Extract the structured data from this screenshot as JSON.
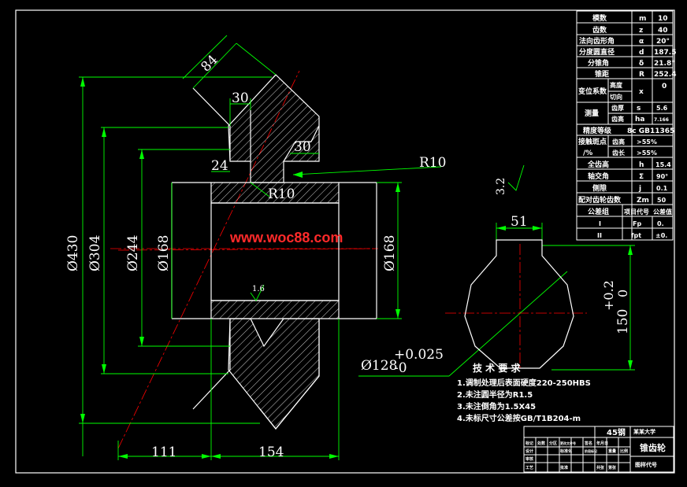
{
  "watermark": "www.woc88.com",
  "dimensions": {
    "d430": "Ø430",
    "d304": "Ø304",
    "d244": "Ø244",
    "d168_left": "Ø168",
    "d168_right": "Ø168",
    "len84": "84",
    "len30_top": "30",
    "len30_mid": "30",
    "len24": "24",
    "r10_out": "R10",
    "r10_in": "R10",
    "len111": "111",
    "len154": "154",
    "rough_1_6": "1.6",
    "rough_3_2": "3.2",
    "key_width": "51",
    "keyway_height": "150",
    "keyway_tol_upper": "+0.2",
    "keyway_tol_lower": "0",
    "bore": "Ø128",
    "bore_tol_upper": "+0.025",
    "bore_tol_lower": "-0"
  },
  "tech_req": {
    "title": "技 术 要 求",
    "items": [
      "1.调制处理后表面硬度220-250HBS",
      "2.未注圆半径为R1.5",
      "3.未注倒角为1.5X45",
      "4.未标尺寸公差按GB/T1B204-m"
    ]
  },
  "params": [
    {
      "label": "模数",
      "sym": "m",
      "val": "10"
    },
    {
      "label": "齿数",
      "sym": "z",
      "val": "40"
    },
    {
      "label": "法向齿形角",
      "sym": "α",
      "val": "20°"
    },
    {
      "label": "分度圆直径",
      "sym": "d",
      "val": "187.5"
    },
    {
      "label": "分锥角",
      "sym": "δ",
      "val": "21.8°"
    },
    {
      "label": "锥距",
      "sym": "R",
      "val": "252.4"
    },
    {
      "label": "变位系数",
      "sub": [
        "高度",
        "切向"
      ],
      "sym": "x",
      "val": "0"
    },
    {
      "label": "测量",
      "sub": [
        "齿厚",
        "齿高"
      ],
      "sym": [
        "s",
        "ha"
      ],
      "val": [
        "5.6",
        "7.166"
      ]
    },
    {
      "label": "精度等级",
      "val": "8c GB11365"
    },
    {
      "label": "接触斑点",
      "sub": [
        "齿高",
        "齿长"
      ],
      "label2": "/%",
      "val": [
        ">55%",
        ">55%"
      ]
    },
    {
      "label": "全齿高",
      "sym": "h",
      "val": "15.4"
    },
    {
      "label": "轴交角",
      "sym": "Σ",
      "val": "90°"
    },
    {
      "label": "侧隙",
      "sym": "j",
      "val": "0.1"
    },
    {
      "label": "配对齿轮齿数",
      "sym": "Zm",
      "val": "50"
    },
    {
      "label": "公差组",
      "col2": "项目代号",
      "col3": "公差值"
    },
    {
      "label": "I",
      "sym": "Fp",
      "val": "0."
    },
    {
      "label": "II",
      "sym": "fpt",
      "val": "±0."
    }
  ],
  "title_block": {
    "material": "45钢",
    "part_name": "锥齿轮",
    "school": "某某大学",
    "drawing_no": "图样代号",
    "cells": [
      "标记",
      "处数",
      "分区",
      "更改文件号",
      "签名",
      "年月日",
      "设计",
      "标准化",
      "审核",
      "工艺",
      "批准",
      "阶段标记",
      "重量",
      "比例",
      "共张",
      "第张"
    ]
  },
  "colors": {
    "outline": "#ffffff",
    "dimension": "#00ff00",
    "centerline": "#ff0000",
    "hatch": "#ffffff",
    "background": "#000000",
    "watermark": "#ff2a2a"
  }
}
